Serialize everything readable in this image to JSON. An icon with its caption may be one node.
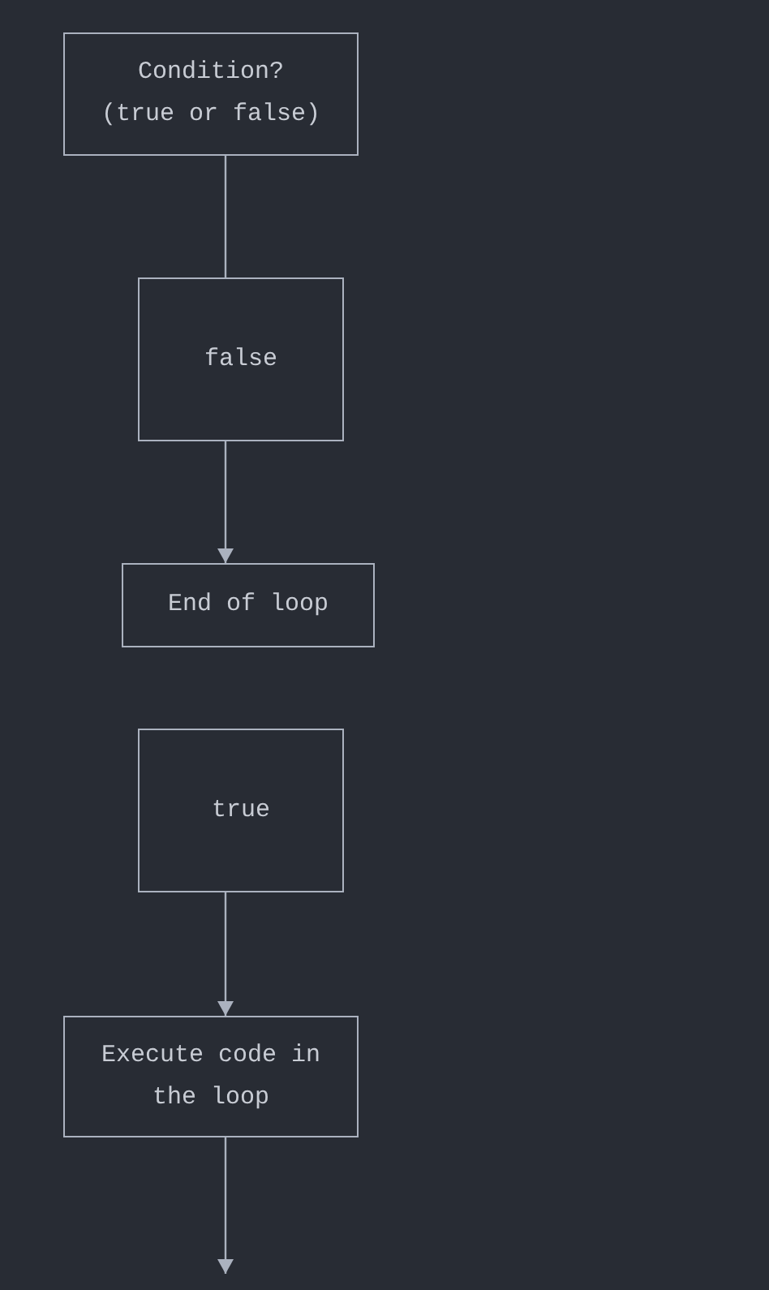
{
  "diagram": {
    "nodes": [
      {
        "text": [
          "Condition? (true or false)"
        ]
      },
      {
        "text": [
          "false"
        ]
      },
      {
        "text": [
          "End of loop"
        ]
      },
      {
        "text": [
          "true"
        ]
      },
      {
        "text": [
          "Execute code in the loop"
        ]
      }
    ],
    "edges": [
      {
        "from": 0,
        "to": 1,
        "arrow": "none"
      },
      {
        "from": 1,
        "to": 2,
        "arrow": "to"
      },
      {
        "from": 3,
        "to": 4,
        "arrow": "to"
      },
      {
        "from": 4,
        "to": null,
        "arrow": "to"
      }
    ]
  }
}
